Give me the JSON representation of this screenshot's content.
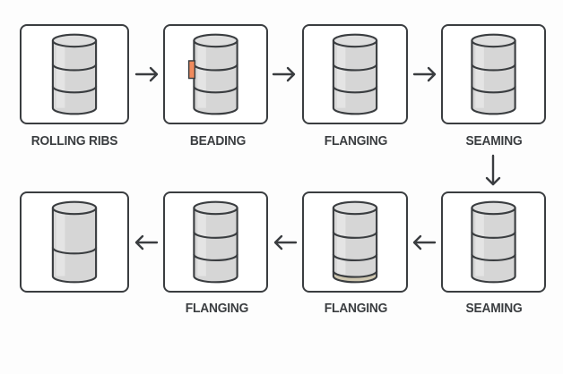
{
  "diagram": {
    "title": "",
    "colors": {
      "stroke": "#3a3d40",
      "drum_fill": "#d6d6d6",
      "drum_highlight": "#e4e4e4",
      "bead_accent": "#f08a5d",
      "flange_base": "#cfc7b0"
    },
    "steps": [
      {
        "id": 1,
        "label": "ROLLING RIBS",
        "ribs": 2,
        "accent": "none"
      },
      {
        "id": 2,
        "label": "BEADING",
        "ribs": 2,
        "accent": "bead-tab"
      },
      {
        "id": 3,
        "label": "FLANGING",
        "ribs": 2,
        "accent": "none"
      },
      {
        "id": 4,
        "label": "SEAMING",
        "ribs": 2,
        "accent": "none"
      },
      {
        "id": 5,
        "label": "SEAMING",
        "ribs": 2,
        "accent": "none"
      },
      {
        "id": 6,
        "label": "FLANGING",
        "ribs": 2,
        "accent": "flange-base"
      },
      {
        "id": 7,
        "label": "FLANGING",
        "ribs": 2,
        "accent": "none"
      },
      {
        "id": 8,
        "label": "",
        "ribs": 1,
        "accent": "none"
      }
    ],
    "flow": [
      "right",
      "right",
      "right",
      "down",
      "left",
      "left",
      "left"
    ]
  }
}
